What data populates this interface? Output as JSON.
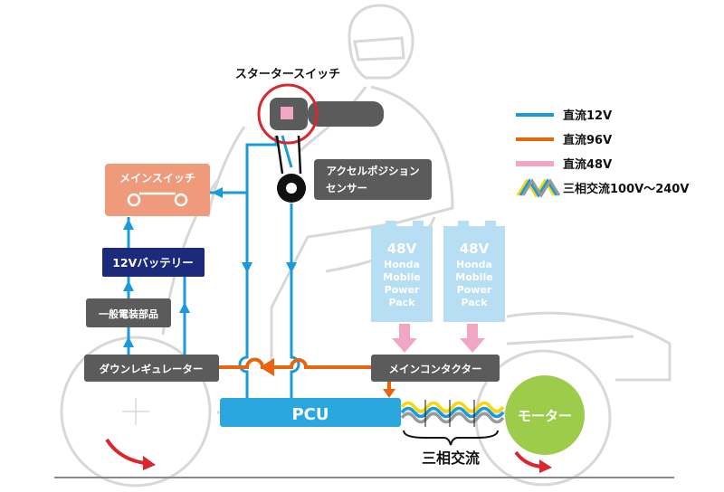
{
  "labels": {
    "starter_switch": "スタータースイッチ",
    "main_switch": "メインスイッチ",
    "accel_sensor_line1": "アクセルポジション",
    "accel_sensor_line2": "センサー",
    "battery_12v": "12Vバッテリー",
    "general_parts": "一般電装部品",
    "down_regulator": "ダウンレギュレーター",
    "main_contactor": "メインコンタクター",
    "pcu": "PCU",
    "motor": "モーター",
    "three_phase": "三相交流"
  },
  "power_packs": [
    {
      "voltage": "48V",
      "line1": "Honda",
      "line2": "Mobile",
      "line3": "Power",
      "line4": "Pack"
    },
    {
      "voltage": "48V",
      "line1": "Honda",
      "line2": "Mobile",
      "line3": "Power",
      "line4": "Pack"
    }
  ],
  "legend": [
    {
      "label": "直流12V",
      "color": "#1a9ad9"
    },
    {
      "label": "直流96V",
      "color": "#e8650f"
    },
    {
      "label": "直流48V",
      "color": "#f2a6c6"
    },
    {
      "label": "三相交流100V〜240V",
      "color": "#f5d90a"
    }
  ],
  "colors": {
    "dc12": "#1a9ad9",
    "dc96": "#e8650f",
    "dc48": "#f2a6c6",
    "ac_yellow": "#f5d90a",
    "ac_blue": "#1a9ad9",
    "ac_gray": "#9a9a9a",
    "box_gray": "#5b5b5b",
    "box_navy": "#1b2a7a",
    "box_salmon": "#ef9a7a",
    "pack_blue": "#b7def2",
    "motor_green": "#9ccc4a",
    "pcu_blue": "#2aa7df",
    "arrow_red": "#d9272e"
  }
}
